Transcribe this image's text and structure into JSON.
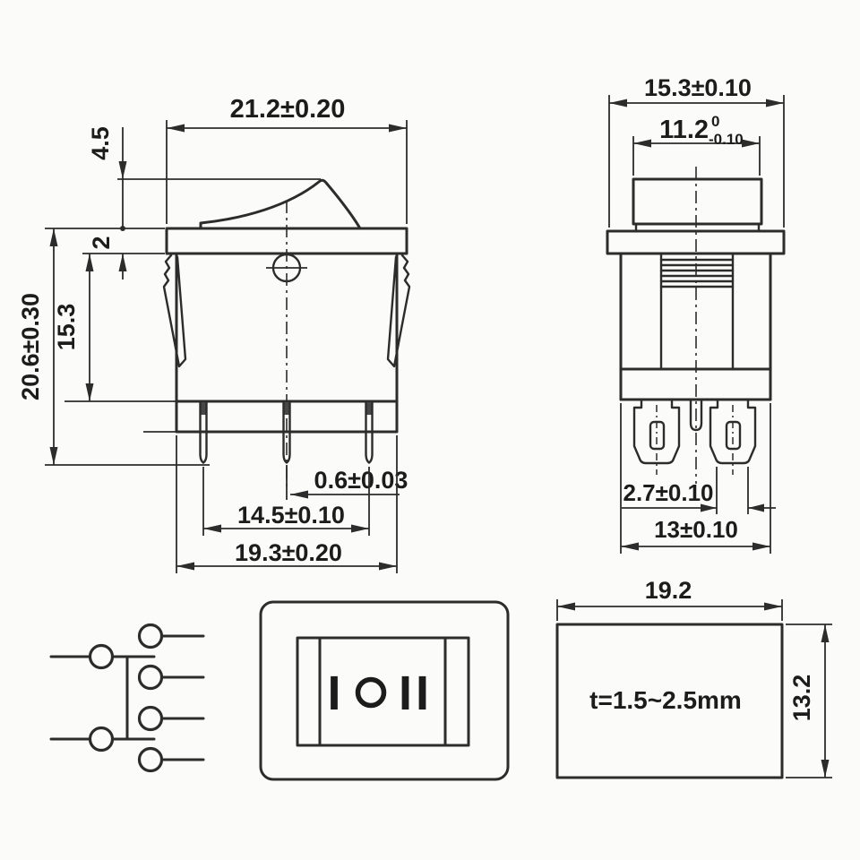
{
  "theme": {
    "bg": "#fbfbf9",
    "line": "#2c2c2c",
    "text": "#1c1c1c",
    "pin-fill": "#474747"
  },
  "drawing_type": "rocker-switch-dimension-drawing",
  "side_view": {
    "width": "21.2±0.20",
    "rocker_height": "4.5",
    "flange_thickness": "2",
    "total_height": "20.6±0.30",
    "body_height": "15.3",
    "pin_thickness": "0.6±0.03",
    "pin_spacing": "14.5±0.10",
    "base_width": "19.3±0.20"
  },
  "front_view": {
    "flange_width": "15.3±0.10",
    "rocker_width": "11.2",
    "rocker_width_tol_upper": "0",
    "rocker_width_tol_lower": "-0.10",
    "terminal_tip_width": "2.7±0.10",
    "body_width": "13±0.10"
  },
  "face_view": {
    "marking": "I O II",
    "marking_left": "I",
    "marking_center": "O",
    "marking_right": "II"
  },
  "panel_cutout": {
    "width": "19.2",
    "height": "13.2",
    "thickness_note": "t=1.5~2.5mm"
  }
}
